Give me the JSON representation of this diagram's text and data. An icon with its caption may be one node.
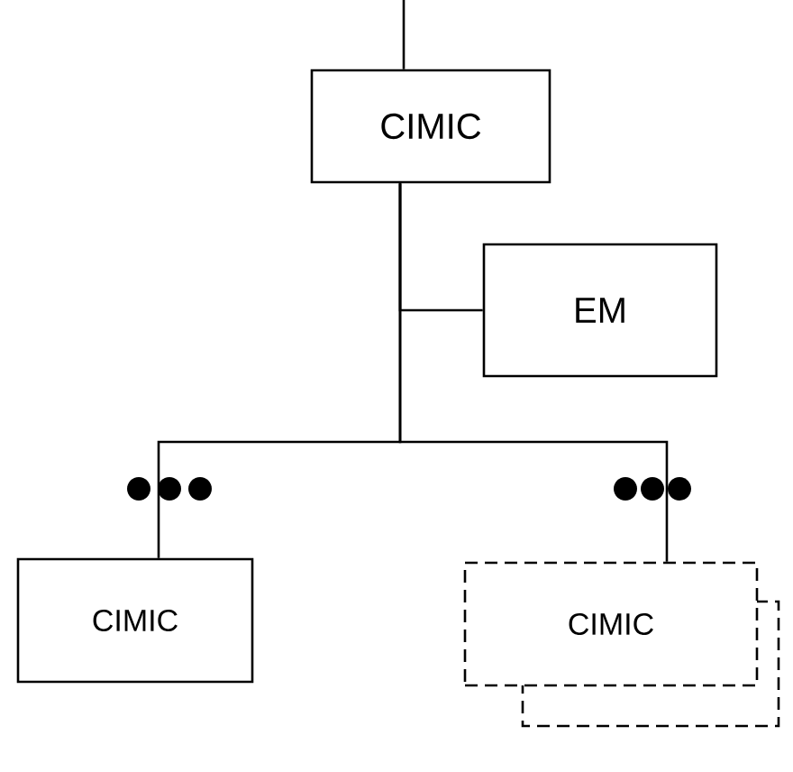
{
  "diagram": {
    "nodes": [
      {
        "text": [
          "CIMIC"
        ]
      },
      {
        "text": [
          "EM"
        ]
      },
      {
        "text": [
          "CIMIC"
        ]
      },
      {
        "text": [
          "CIMIC"
        ]
      }
    ],
    "edges": [
      {
        "from": null,
        "to": 0,
        "arrow": "none"
      },
      {
        "from": 0,
        "to": 1,
        "arrow": "none"
      },
      {
        "from": 0,
        "to": 2,
        "arrow": "none"
      },
      {
        "from": 0,
        "to": 3,
        "arrow": "none"
      }
    ]
  }
}
